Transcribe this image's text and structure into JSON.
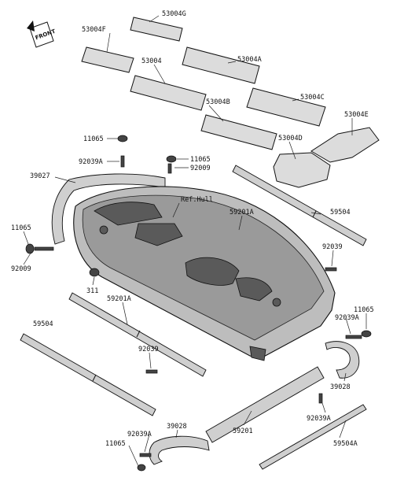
{
  "orientation": {
    "front_label": "FRONT"
  },
  "labels": {
    "p53004G": "53004G",
    "p53004F": "53004F",
    "p53004": "53004",
    "p53004A": "53004A",
    "p53004B": "53004B",
    "p53004C": "53004C",
    "p53004D": "53004D",
    "p53004E": "53004E",
    "p11065_a": "11065",
    "p11065_b": "11065",
    "p11065_c": "11065",
    "p11065_d": "11065",
    "p11065_e": "11065",
    "p92039A_a": "92039A",
    "p92039A_b": "92039A",
    "p92039A_c": "92039A",
    "p92039A_d": "92039A",
    "p92009_a": "92009",
    "p92009_b": "92009",
    "p39027": "39027",
    "ref_hull": "Ref.Hull",
    "p59201A_a": "59201A",
    "p59201A_b": "59201A",
    "p59504_a": "59504",
    "p59504_b": "59504",
    "p59504A": "59504A",
    "p92039_a": "92039",
    "p92039_b": "92039",
    "p311": "311",
    "p39028_a": "39028",
    "p39028_b": "39028",
    "p59201": "59201"
  }
}
